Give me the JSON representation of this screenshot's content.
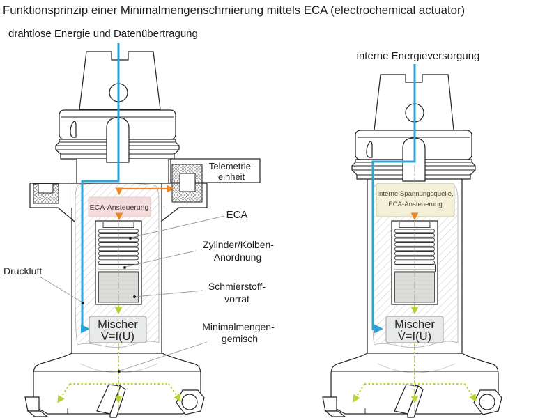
{
  "title": "Funktionsprinzip einer Minimalmengenschmierung mittels ECA (electrochemical actuator)",
  "left": {
    "caption": "drahtlose Energie und Datenübertragung",
    "telemetry_unit": {
      "line1": "Telemetrie-",
      "line2": "einheit"
    },
    "eca_control": "ECA-Ansteuerung",
    "mixer": {
      "line1": "Mischer",
      "line2": "V̇=f(U)"
    },
    "annotations": {
      "druckluft": "Druckluft",
      "eca": "ECA",
      "zylinder1": "Zylinder/Kolben-",
      "zylinder2": "Anordnung",
      "schmierstoff1": "Schmierstoff-",
      "schmierstoff2": "vorrat",
      "minimalmengen1": "Minimalmengen-",
      "minimalmengen2": "gemisch"
    }
  },
  "right": {
    "caption": "interne Energieversorgung",
    "power_source": {
      "line1": "Interne Spannungsquelle,",
      "line2": "ECA-Ansteuerung"
    },
    "mixer": {
      "line1": "Mischer",
      "line2": "V̇=f(U)"
    }
  },
  "colors": {
    "energy_blue": "#2ea3d5",
    "control_orange": "#ee8722",
    "lubricant_green": "#b9d234",
    "eca_control_box": "#f5dcdc",
    "power_source_box": "#f4efd7",
    "mixer_box": "#e8eae9"
  }
}
